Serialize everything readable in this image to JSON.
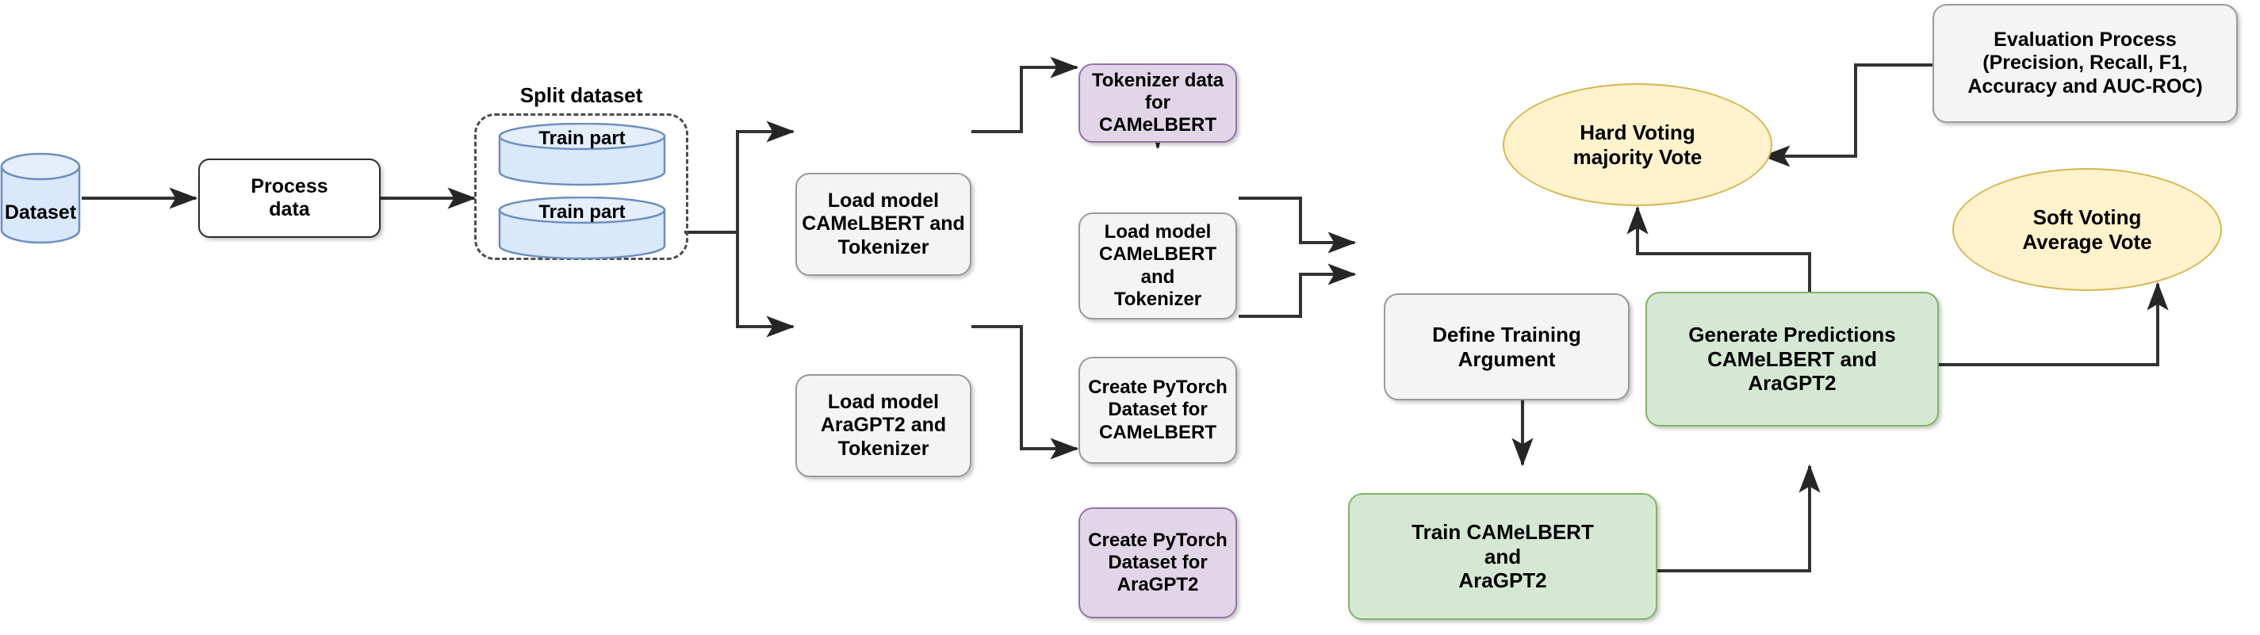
{
  "diagram": {
    "title": "Arabic text classification ensemble pipeline flowchart",
    "colors": {
      "cylinder_fill": "#dae8fc",
      "cylinder_stroke": "#6c8ebf",
      "process_fill": "#f4f4f4",
      "process_stroke": "#9a9a9a",
      "purple_fill": "#e1d5e7",
      "purple_stroke": "#9673a6",
      "green_fill": "#d5e8d4",
      "green_stroke": "#82b366",
      "ellipse_fill": "#fff2cc",
      "ellipse_stroke": "#d6b656",
      "edge_stroke": "#333333",
      "group_dash_stroke": "#4d4d4d",
      "background": "#ffffff"
    },
    "group": {
      "label": "Split dataset"
    },
    "nodes": [
      {
        "id": "dataset",
        "label": "Dataset"
      },
      {
        "id": "process-data",
        "label": "Process\ndata"
      },
      {
        "id": "train-part-1",
        "label": "Train part"
      },
      {
        "id": "train-part-2",
        "label": "Train part"
      },
      {
        "id": "load-camelbert-1",
        "label": "Load model\nCAMeLBERT and\nTokenizer"
      },
      {
        "id": "load-aragpt2",
        "label": "Load model\nAraGPT2 and\nTokenizer"
      },
      {
        "id": "tokenizer-data-camelbert",
        "label": "Tokenizer data for\nCAMeLBERT"
      },
      {
        "id": "load-camelbert-2",
        "label": "Load model\nCAMeLBERT and\nTokenizer"
      },
      {
        "id": "create-ds-camelbert",
        "label": "Create PyTorch\nDataset for\nCAMeLBERT"
      },
      {
        "id": "create-ds-aragpt2",
        "label": "Create PyTorch\nDataset for\nAraGPT2"
      },
      {
        "id": "define-training-argument",
        "label": "Define Training\nArgument"
      },
      {
        "id": "train-models",
        "label": "Train CAMeLBERT\nand\nAraGPT2"
      },
      {
        "id": "generate-predictions",
        "label": "Generate Predictions\nCAMeLBERT and\nAraGPT2"
      },
      {
        "id": "hard-voting",
        "label": "Hard Voting\nmajority Vote"
      },
      {
        "id": "soft-voting",
        "label": "Soft Voting\nAverage Vote"
      },
      {
        "id": "evaluation-process",
        "label": "Evaluation Process\n(Precision, Recall, F1,\nAccuracy and AUC-ROC)"
      }
    ]
  }
}
